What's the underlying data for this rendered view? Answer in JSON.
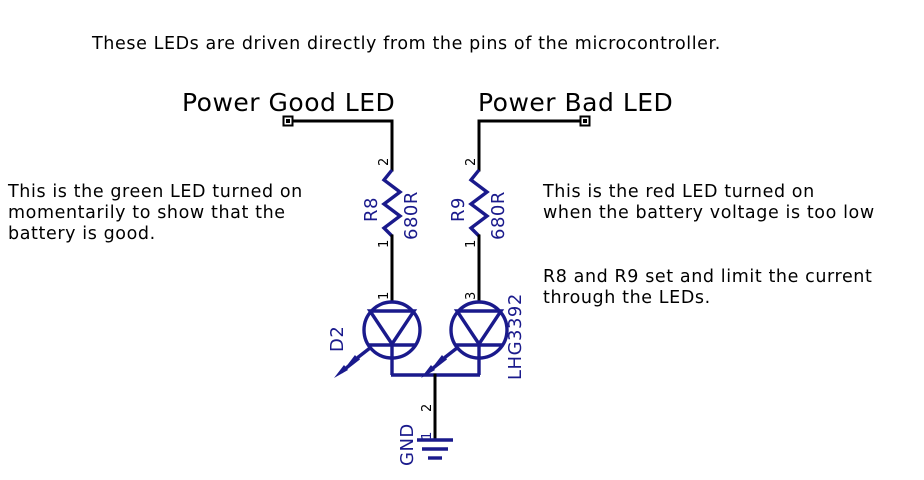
{
  "document": {
    "title": "Power Good / Power Bad LED indicator schematic",
    "background_color": "#ffffff",
    "wire_color": "#000000",
    "symbol_color": "#1a1a8c",
    "text_color": "#000000"
  },
  "caption": {
    "text": "These LEDs are driven directly from the pins of the microcontroller."
  },
  "net_labels": {
    "left": "Power Good LED",
    "right": "Power Bad LED"
  },
  "notes": {
    "left": [
      "This is the green LED turned on",
      "momentarily to show that the",
      "battery is good."
    ],
    "right_top": [
      "This is the red LED turned on",
      "when the battery voltage is too low"
    ],
    "right_bottom": [
      "R8 and R9 set and limit the current",
      "through the LEDs."
    ]
  },
  "components": {
    "resistors": [
      {
        "ref": "R8",
        "value": "680R",
        "pin_top": "2",
        "pin_bottom": "1"
      },
      {
        "ref": "R9",
        "value": "680R",
        "pin_top": "2",
        "pin_bottom": "1"
      }
    ],
    "leds": [
      {
        "ref": "D2",
        "pin_anode": "1",
        "package": ""
      },
      {
        "ref": "",
        "pin_anode": "3",
        "package": "LHG3392"
      }
    ],
    "ground": {
      "label": "GND",
      "pin_top": "2",
      "pin_bottom": "1"
    }
  }
}
